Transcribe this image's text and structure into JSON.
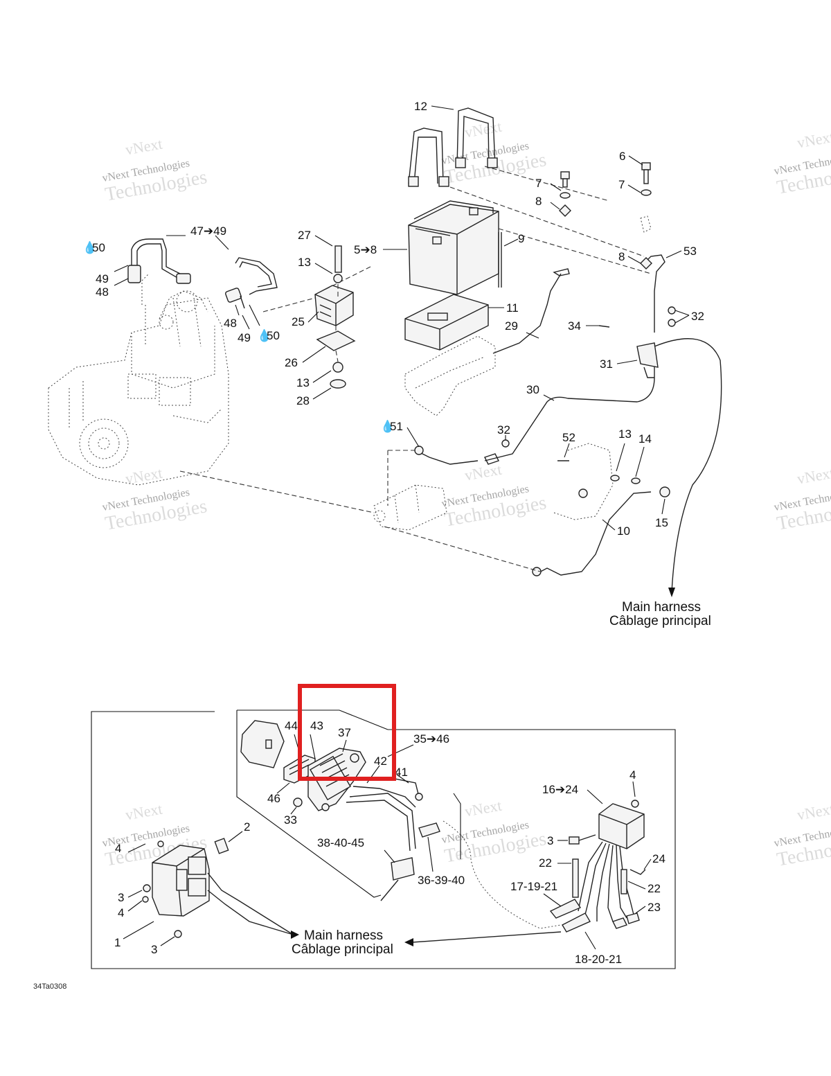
{
  "labels": {
    "l12": "12",
    "l6": "6",
    "l7a": "7",
    "l7b": "7",
    "l8a": "8",
    "l8b": "8",
    "l9": "9",
    "l5_8": "5➔8",
    "l53": "53",
    "l47_49": "47➔49",
    "l50a": "50",
    "l49a": "49",
    "l48a": "48",
    "l27": "27",
    "l13a": "13",
    "l25": "25",
    "l48b": "48",
    "l49b": "49",
    "l50b": "50",
    "l26": "26",
    "l13b": "13",
    "l28": "28",
    "l11": "11",
    "l29": "29",
    "l34": "34",
    "l32a": "32",
    "l31": "31",
    "l30": "30",
    "l51": "51",
    "l32b": "32",
    "l52": "52",
    "l13c": "13",
    "l14": "14",
    "l15": "15",
    "l10": "10",
    "l43": "43",
    "l44": "44",
    "l37": "37",
    "l35_46": "35➔46",
    "l42": "42",
    "l41": "41",
    "l46": "46",
    "l33": "33",
    "l38_40_45": "38-40-45",
    "l36_39_40": "36-39-40",
    "l2": "2",
    "l4a": "4",
    "l3a": "3",
    "l4b": "4",
    "l1": "1",
    "l3b": "3",
    "l16_24": "16➔24",
    "l4c": "4",
    "l3c": "3",
    "l22a": "22",
    "l24": "24",
    "l17_19_21": "17-19-21",
    "l22b": "22",
    "l23": "23",
    "l18_20_21": "18-20-21"
  },
  "harness": {
    "top_line1": "Main harness",
    "top_line2": "Câblage principal",
    "bottom_line1": "Main harness",
    "bottom_line2": "Câblage principal"
  },
  "watermark": {
    "line1": "vNext",
    "line2": "vNext Technologies",
    "line3": "Technologies"
  },
  "figure_code": "34Ta0308",
  "highlight_color": "#e02020"
}
